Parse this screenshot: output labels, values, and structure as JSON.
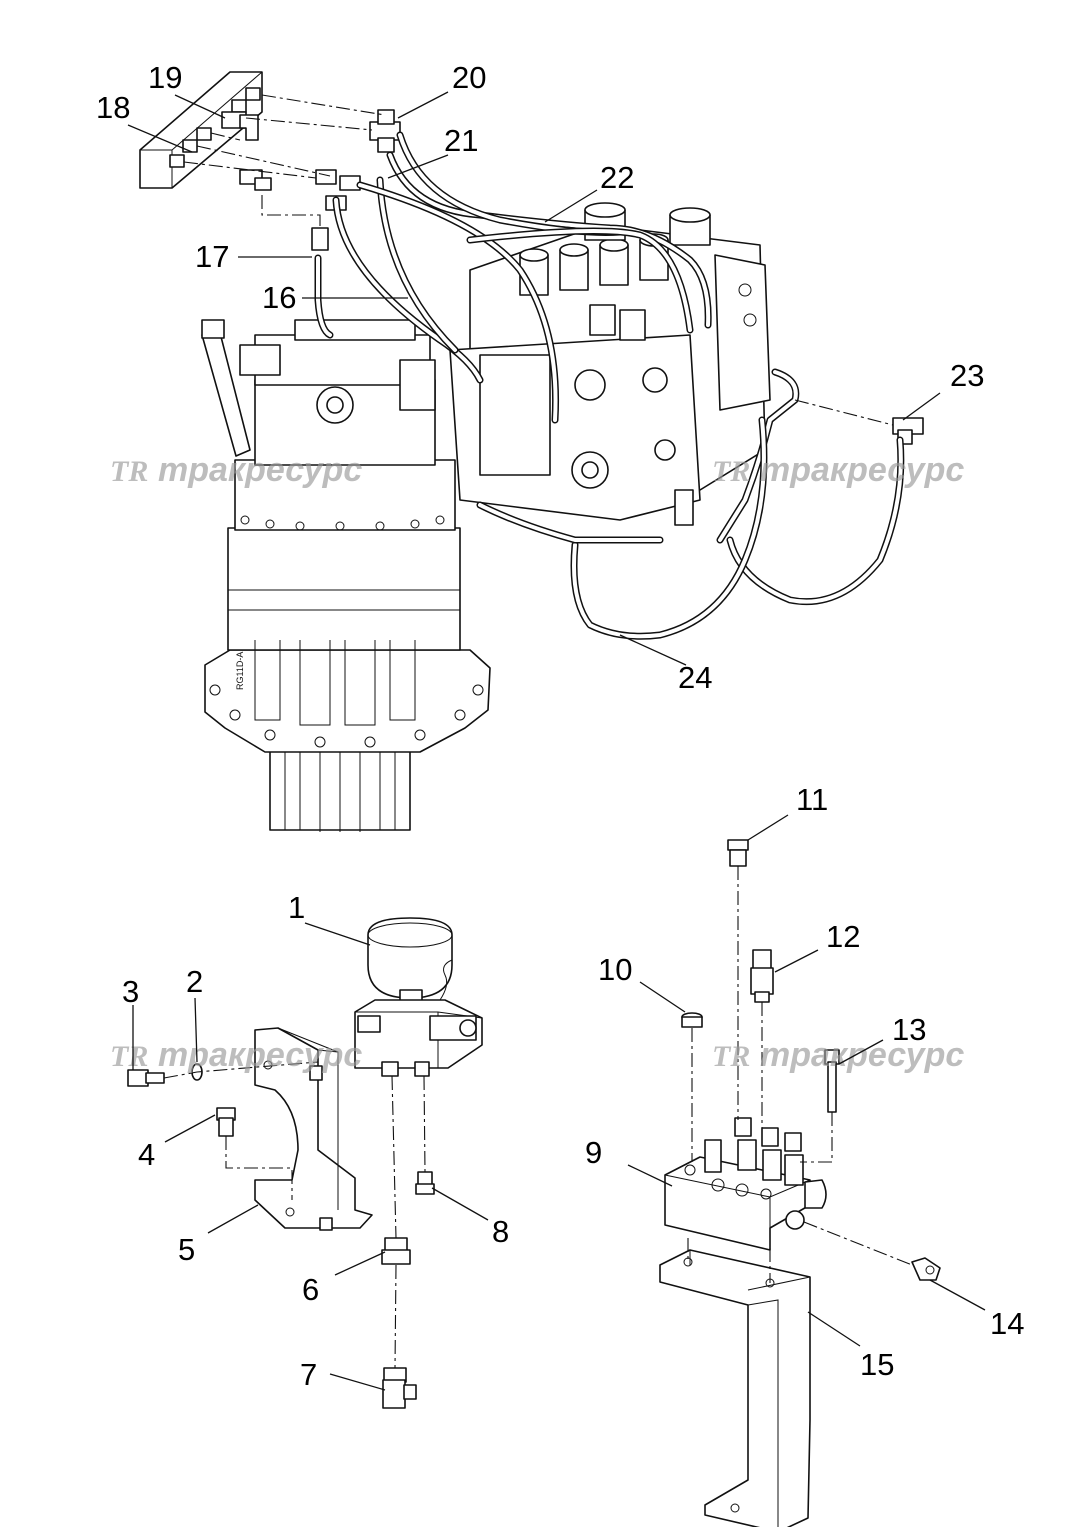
{
  "watermark": {
    "logo": "TR",
    "text": "тракресурс"
  },
  "callouts": {
    "c1": "1",
    "c2": "2",
    "c3": "3",
    "c4": "4",
    "c5": "5",
    "c6": "6",
    "c7": "7",
    "c8": "8",
    "c9": "9",
    "c10": "10",
    "c11": "11",
    "c12": "12",
    "c13": "13",
    "c14": "14",
    "c15": "15",
    "c16": "16",
    "c17": "17",
    "c18": "18",
    "c19": "19",
    "c20": "20",
    "c21": "21",
    "c22": "22",
    "c23": "23",
    "c24": "24"
  },
  "part_marking": "RG11D-A"
}
